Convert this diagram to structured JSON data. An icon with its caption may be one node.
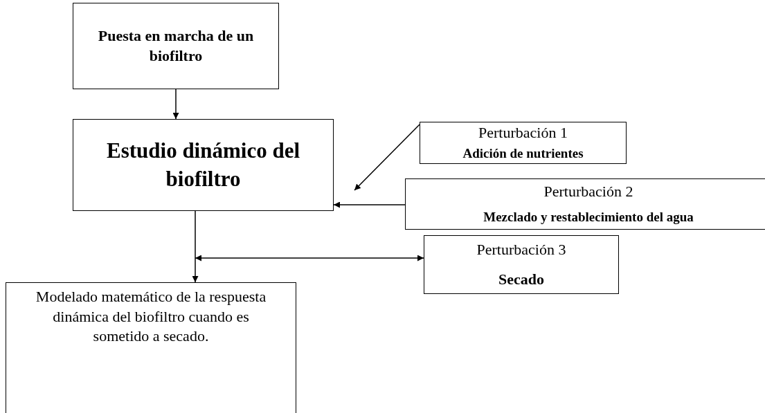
{
  "diagram": {
    "nodes": [
      {
        "text": [
          "Puesta en marcha de un biofiltro"
        ]
      },
      {
        "text": [
          "Estudio dinámico del biofiltro"
        ]
      },
      {
        "text": [
          "Perturbación 1",
          "Adición de nutrientes"
        ]
      },
      {
        "text": [
          "Perturbación 2",
          "Mezclado y restablecimiento del agua"
        ]
      },
      {
        "text": [
          "Perturbación 3",
          "Secado"
        ]
      },
      {
        "text": [
          "Modelado matemático de la respuesta dinámica del biofiltro cuando es sometido a secado."
        ]
      }
    ],
    "edges": [
      {
        "from": 0,
        "to": 1,
        "arrow": "to"
      },
      {
        "from": 2,
        "to": 1,
        "arrow": "to"
      },
      {
        "from": 3,
        "to": 1,
        "arrow": "to"
      },
      {
        "from": 1,
        "to": 5,
        "arrow": "to"
      },
      {
        "from": null,
        "to": 4,
        "arrow": "both"
      }
    ]
  }
}
